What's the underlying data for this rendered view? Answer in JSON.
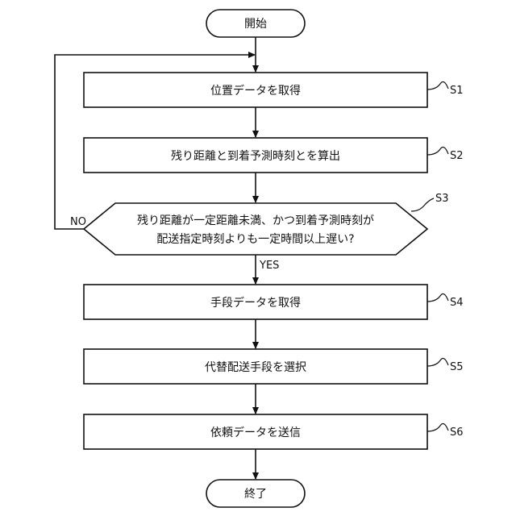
{
  "flowchart": {
    "start": "開始",
    "end": "終了",
    "steps": {
      "s1": "位置データを取得",
      "s2": "残り距離と到着予測時刻とを算出",
      "s4": "手段データを取得",
      "s5": "代替配送手段を選択",
      "s6": "依頼データを送信"
    },
    "decision": {
      "line1": "残り距離が一定距離未満、かつ到着予測時刻が",
      "line2": "配送指定時刻よりも一定時間以上遅い?"
    },
    "branches": {
      "no": "NO",
      "yes": "YES"
    },
    "step_labels": {
      "s1": "S1",
      "s2": "S2",
      "s3": "S3",
      "s4": "S4",
      "s5": "S5",
      "s6": "S6"
    }
  }
}
